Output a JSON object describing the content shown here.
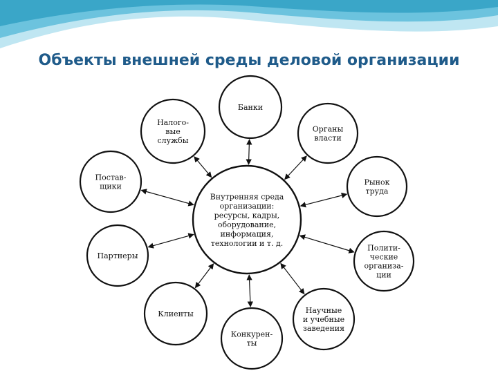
{
  "title": "Объекты внешней среды деловой организации",
  "center": {
    "lines": [
      "Внутренняя среда",
      "организации:",
      "ресурсы, кадры,",
      "оборудование,",
      "информация,",
      "технологии и т. д."
    ]
  },
  "nodes": [
    {
      "id": "banks",
      "lines": [
        "Банки"
      ]
    },
    {
      "id": "authorities",
      "lines": [
        "Органы",
        "власти"
      ]
    },
    {
      "id": "labor-market",
      "lines": [
        "Рынок",
        "труда"
      ]
    },
    {
      "id": "political-orgs",
      "lines": [
        "Полити-",
        "ческие",
        "организа-",
        "ции"
      ]
    },
    {
      "id": "schools",
      "lines": [
        "Научные",
        "и учебные",
        "заведения"
      ]
    },
    {
      "id": "competitors",
      "lines": [
        "Конкурен-",
        "ты"
      ]
    },
    {
      "id": "clients",
      "lines": [
        "Клиенты"
      ]
    },
    {
      "id": "partners",
      "lines": [
        "Партнеры"
      ]
    },
    {
      "id": "suppliers",
      "lines": [
        "Постав-",
        "щики"
      ]
    },
    {
      "id": "tax",
      "lines": [
        "Налого-",
        "вые",
        "службы"
      ]
    }
  ],
  "colors": {
    "title": "#1f5b8a",
    "wave_dark": "#3aa6c8",
    "wave_light": "#bfe6f2"
  }
}
